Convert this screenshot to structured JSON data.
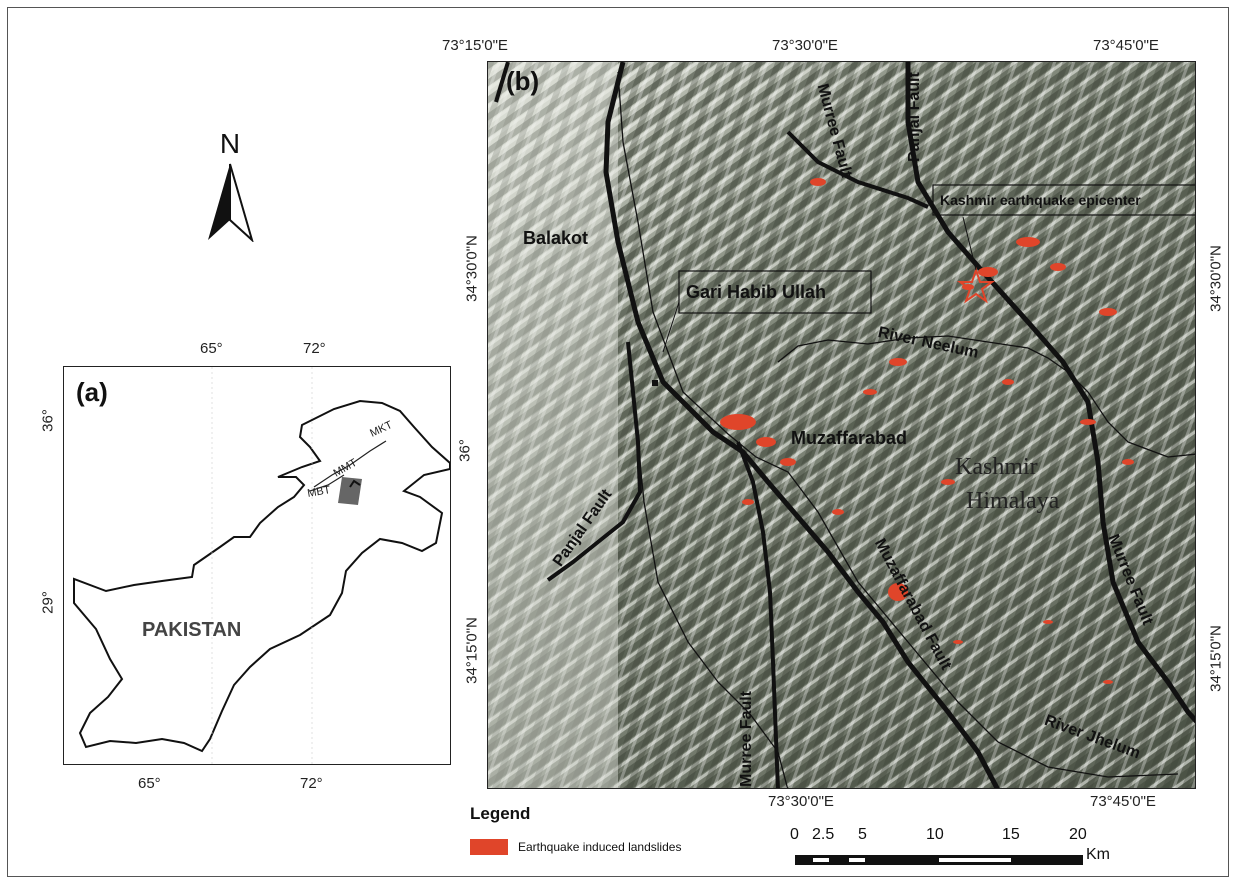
{
  "panel_a": {
    "label": "(a)",
    "country_label": "PAKISTAN",
    "fault_labels": [
      "MKT",
      "MMT",
      "MBT"
    ],
    "top_ticks": [
      "65°",
      "72°"
    ],
    "bottom_ticks": [
      "65°",
      "72°"
    ],
    "left_ticks": [
      "36°",
      "29°"
    ],
    "right_ticks": [
      "36°"
    ]
  },
  "north_arrow": {
    "label": "N"
  },
  "panel_b": {
    "label": "(b)",
    "top_ticks": [
      "73°15'0\"E",
      "73°30'0\"E",
      "73°45'0\"E"
    ],
    "bottom_ticks": [
      "73°30'0\"E",
      "73°45'0\"E"
    ],
    "left_ticks": [
      "34°30'0\"N",
      "34°15'0\"N"
    ],
    "right_ticks": [
      "34°30'0\"N",
      "34°15'0\"N"
    ],
    "labels": {
      "balakot": "Balakot",
      "gari": "Gari Habib Ullah",
      "muzaffarabad": "Muzaffarabad",
      "kashmir1": "Kashmir",
      "kashmir2": "Himalaya",
      "epicenter": "Kashmir earthquake epicenter",
      "neelum": "River Neelum",
      "jhelum": "River Jhelum",
      "murree_top": "Murree Fault",
      "panjal_top": "Panjal Fault",
      "panjal_left": "Panjal Fault",
      "murree_bottom": "Murree Fault",
      "muzaffarabad_fault": "Muzaffarabad Fault",
      "murree_right": "Murree Fault"
    }
  },
  "legend": {
    "title": "Legend",
    "item": "Earthquake induced landslides",
    "swatch_color": "#e0452a"
  },
  "scale_bar": {
    "ticks": [
      "0",
      "2.5",
      "5",
      "10",
      "15",
      "20"
    ],
    "unit": "Km"
  },
  "colors": {
    "terrain_dark": "#4b5245",
    "terrain_light": "#c9cdc2",
    "landslide": "#e0452a",
    "fault": "#111111"
  }
}
